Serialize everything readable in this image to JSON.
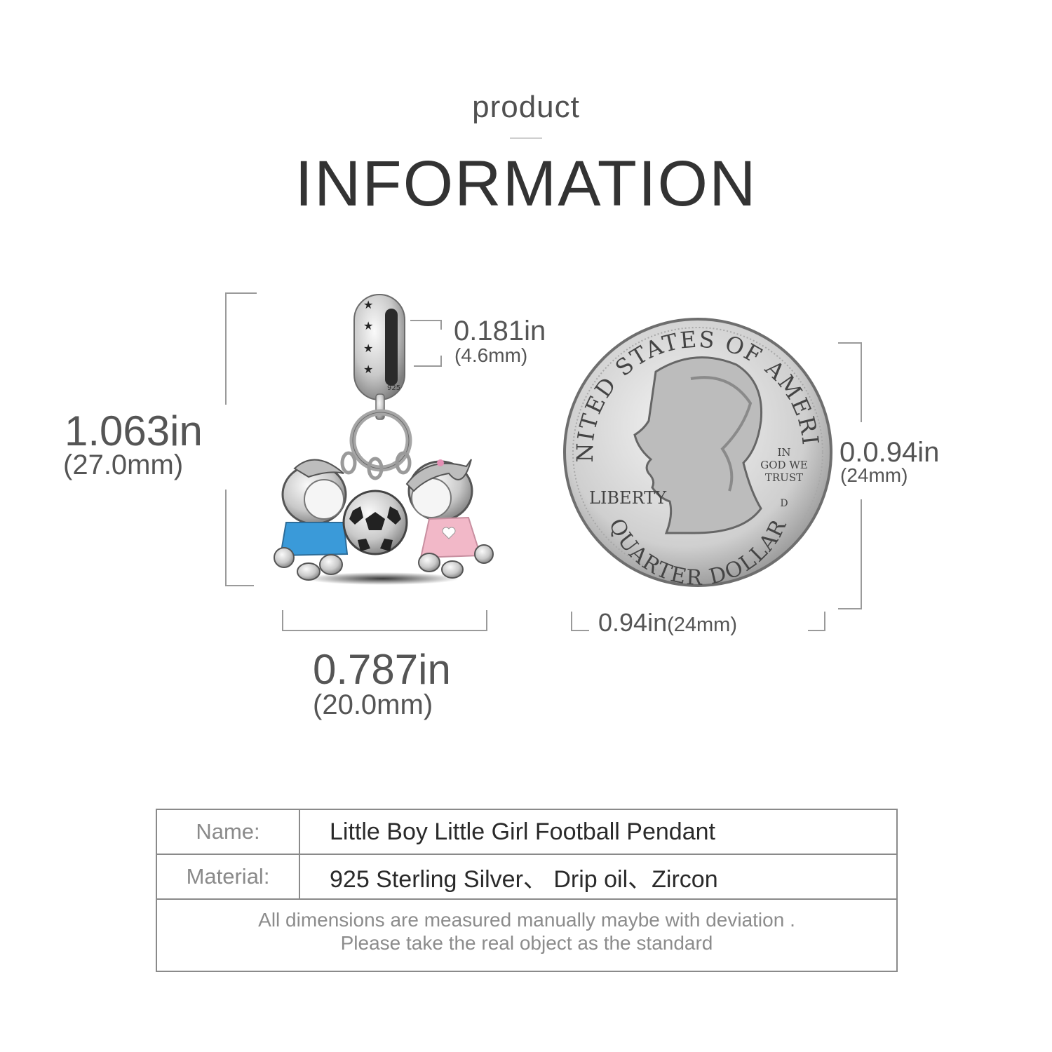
{
  "header": {
    "subtitle": "product",
    "title": "INFORMATION"
  },
  "pendant": {
    "height_in": "1.063in",
    "height_mm": "(27.0mm)",
    "bail_in": "0.181in",
    "bail_mm": "(4.6mm)",
    "width_in": "0.787in",
    "width_mm": "(20.0mm)",
    "bail_stamp": "925"
  },
  "coin": {
    "height_in": "0.0.94in",
    "height_mm": "(24mm)",
    "width_in": "0.94in",
    "width_mm": "(24mm)",
    "legend_top": "UNITED STATES OF AMERICA",
    "legend_bottom": "QUARTER DOLLAR",
    "liberty": "LIBERTY",
    "motto_1": "IN",
    "motto_2": "GOD WE",
    "motto_3": "TRUST",
    "mint_mark": "D"
  },
  "specs": {
    "name_label": "Name:",
    "name_value": "Little Boy Little Girl Football Pendant",
    "material_label": "Material:",
    "material_value": "925 Sterling Silver、 Drip oil、Zircon",
    "note_line_1": "All dimensions are measured manually maybe with deviation .",
    "note_line_2": "Please take the real object as the standard"
  },
  "colors": {
    "boy_shirt": "#3a9ad9",
    "girl_dress": "#f2b8c8",
    "silver": "#c8c8c8",
    "text": "#555555",
    "rule": "#8a8a8a"
  }
}
